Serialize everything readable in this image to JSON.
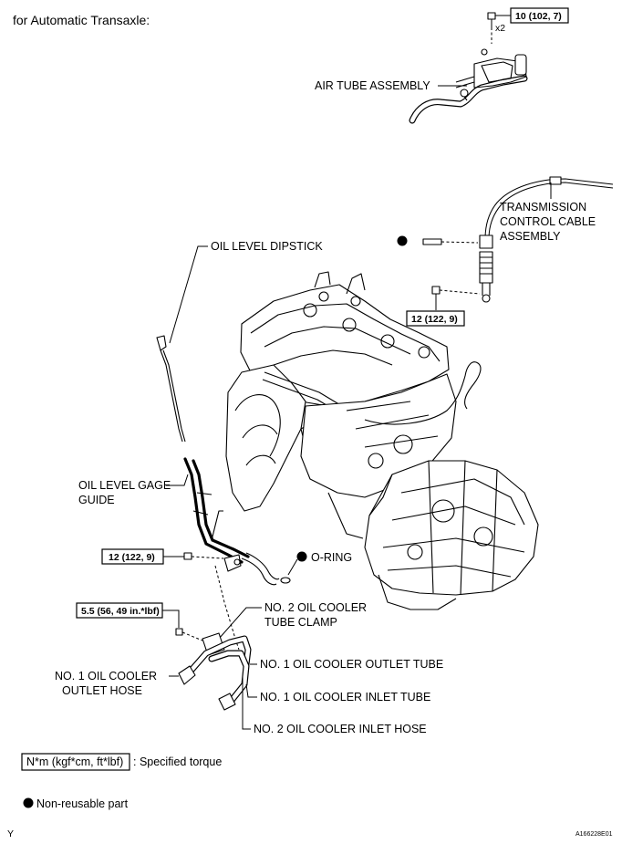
{
  "title": "for Automatic Transaxle:",
  "labels": {
    "air_tube": "AIR TUBE ASSEMBLY",
    "trans_cable_1": "TRANSMISSION",
    "trans_cable_2": "CONTROL CABLE",
    "trans_cable_3": "ASSEMBLY",
    "dipstick": "OIL LEVEL DIPSTICK",
    "gage_guide_1": "OIL LEVEL GAGE",
    "gage_guide_2": "GUIDE",
    "o_ring": "O-RING",
    "clamp_1": "NO. 2 OIL COOLER",
    "clamp_2": "TUBE CLAMP",
    "outlet_tube": "NO. 1 OIL COOLER OUTLET TUBE",
    "outlet_hose_1": "NO. 1 OIL COOLER",
    "outlet_hose_2": "OUTLET HOSE",
    "inlet_tube": "NO. 1 OIL COOLER INLET TUBE",
    "inlet_hose": "NO. 2 OIL COOLER INLET HOSE",
    "x2": "x2"
  },
  "torques": {
    "air_tube_bolt": "10 (102, 7)",
    "cable_nut": "12 (122, 9)",
    "guide_bolt": "12 (122, 9)",
    "clamp_bolt": "5.5 (56, 49 in.*lbf)"
  },
  "legend": {
    "torque_box": "N*m (kgf*cm, ft*lbf)",
    "torque_text": ": Specified torque",
    "nonreusable_text": "Non-reusable part"
  },
  "footer": {
    "left": "Y",
    "right": "A166228E01"
  }
}
